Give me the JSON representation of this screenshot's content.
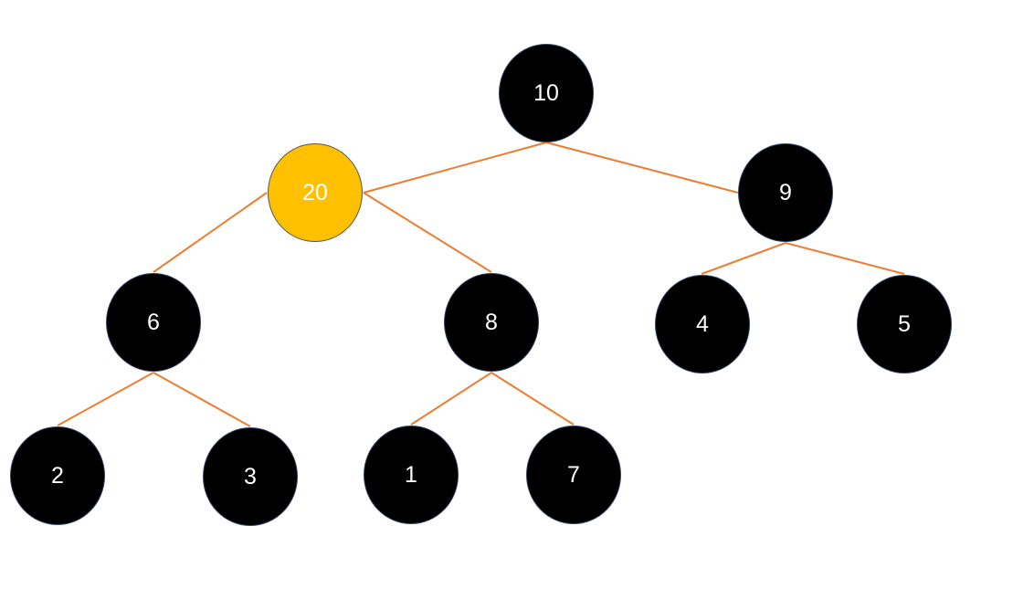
{
  "diagram": {
    "edge_color": "#ed7d31",
    "node_fill": "#000000",
    "highlight_fill": "#ffc000",
    "label_color": "#ffffff",
    "nodes": [
      {
        "id": "n10",
        "label": "10",
        "highlighted": false
      },
      {
        "id": "n20",
        "label": "20",
        "highlighted": true
      },
      {
        "id": "n9",
        "label": "9",
        "highlighted": false
      },
      {
        "id": "n6",
        "label": "6",
        "highlighted": false
      },
      {
        "id": "n8",
        "label": "8",
        "highlighted": false
      },
      {
        "id": "n4",
        "label": "4",
        "highlighted": false
      },
      {
        "id": "n5",
        "label": "5",
        "highlighted": false
      },
      {
        "id": "n2",
        "label": "2",
        "highlighted": false
      },
      {
        "id": "n3",
        "label": "3",
        "highlighted": false
      },
      {
        "id": "n1",
        "label": "1",
        "highlighted": false
      },
      {
        "id": "n7",
        "label": "7",
        "highlighted": false
      }
    ],
    "edges": [
      {
        "from": "n10",
        "to": "n20"
      },
      {
        "from": "n10",
        "to": "n9"
      },
      {
        "from": "n20",
        "to": "n6"
      },
      {
        "from": "n20",
        "to": "n8"
      },
      {
        "from": "n9",
        "to": "n4"
      },
      {
        "from": "n9",
        "to": "n5"
      },
      {
        "from": "n6",
        "to": "n2"
      },
      {
        "from": "n6",
        "to": "n3"
      },
      {
        "from": "n8",
        "to": "n1"
      },
      {
        "from": "n8",
        "to": "n7"
      }
    ]
  }
}
